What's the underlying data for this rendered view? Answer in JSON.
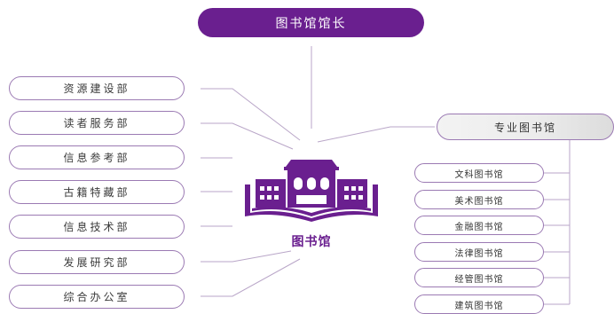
{
  "director": "图书馆馆长",
  "center_label": "图书馆",
  "departments": [
    "资源建设部",
    "读者服务部",
    "信息参考部",
    "古籍特藏部",
    "信息技术部",
    "发展研究部",
    "综合办公室"
  ],
  "specialized": {
    "title": "专业图书馆",
    "libraries": [
      "文科图书馆",
      "美术图书馆",
      "金融图书馆",
      "法律图书馆",
      "经管图书馆",
      "建筑图书馆"
    ]
  },
  "colors": {
    "primary": "#6a1f8f",
    "outline": "#9b7ab3",
    "line": "#b9a6c8"
  }
}
